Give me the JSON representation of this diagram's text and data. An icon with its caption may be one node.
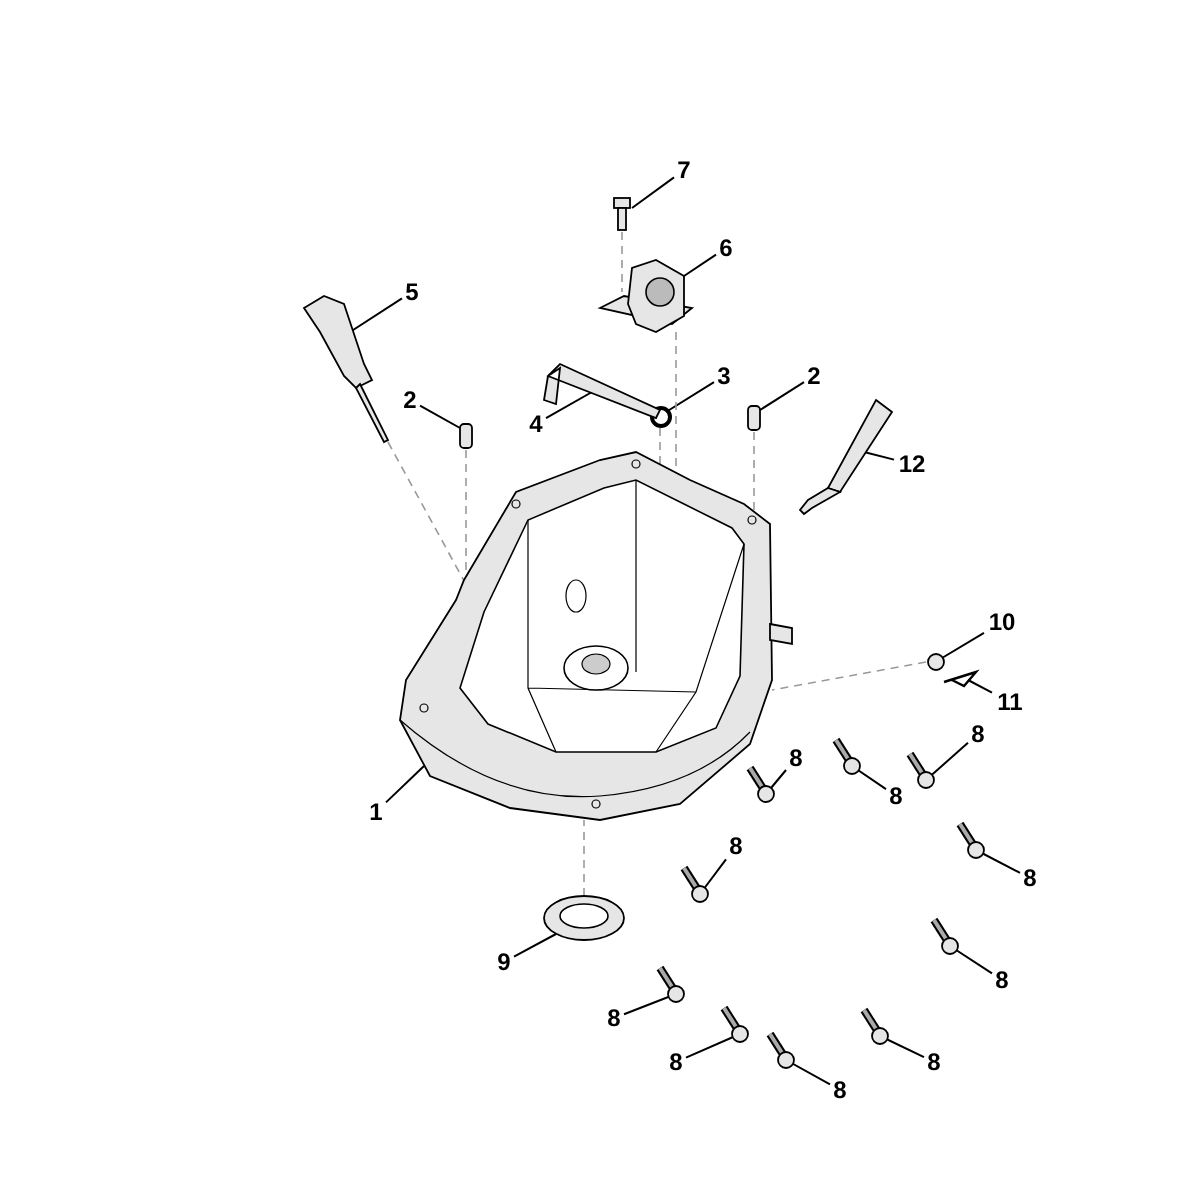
{
  "diagram": {
    "nodes": [
      {
        "text": [
          "1"
        ]
      },
      {
        "text": [],
        "shape": "picture"
      },
      {
        "text": [
          "2"
        ]
      },
      {
        "text": [],
        "shape": "box"
      },
      {
        "text": [
          "3"
        ]
      },
      {
        "text": [],
        "shape": "circle"
      },
      {
        "text": [
          "4"
        ]
      },
      {
        "text": [],
        "shape": "picture"
      },
      {
        "text": [
          "5"
        ]
      },
      {
        "text": [],
        "shape": "picture"
      },
      {
        "text": [
          "6"
        ]
      },
      {
        "text": [],
        "shape": "picture"
      },
      {
        "text": [
          "7"
        ]
      },
      {
        "text": [],
        "shape": "picture"
      },
      {
        "text": [
          "2"
        ]
      },
      {
        "text": [],
        "shape": "box"
      },
      {
        "text": [
          "12"
        ]
      },
      {
        "text": [],
        "shape": "picture"
      },
      {
        "text": [
          "10"
        ]
      },
      {
        "text": [],
        "shape": "circle"
      },
      {
        "text": [
          "11"
        ]
      },
      {
        "text": [],
        "shape": "picture"
      },
      {
        "text": [
          "9"
        ]
      },
      {
        "text": [],
        "shape": "picture"
      },
      {
        "text": [
          "8"
        ]
      },
      {
        "text": [],
        "shape": "picture"
      },
      {
        "text": [
          "8"
        ]
      },
      {
        "text": [],
        "shape": "picture"
      },
      {
        "text": [
          "8"
        ]
      },
      {
        "text": [],
        "shape": "picture"
      },
      {
        "text": [
          "8"
        ]
      },
      {
        "text": [],
        "shape": "picture"
      },
      {
        "text": [
          "8"
        ]
      },
      {
        "text": [],
        "shape": "picture"
      },
      {
        "text": [
          "8"
        ]
      },
      {
        "text": [],
        "shape": "picture"
      },
      {
        "text": [
          "8"
        ]
      },
      {
        "text": [],
        "shape": "picture"
      },
      {
        "text": [
          "8"
        ]
      },
      {
        "text": [],
        "shape": "picture"
      },
      {
        "text": [
          "8"
        ]
      },
      {
        "text": [],
        "shape": "picture"
      },
      {
        "text": [
          "8"
        ]
      },
      {
        "text": [],
        "shape": "picture"
      }
    ],
    "edges": [
      {
        "from": 0,
        "to": 1,
        "arrow": "none"
      },
      {
        "from": 2,
        "to": 3,
        "arrow": "none"
      },
      {
        "from": 4,
        "to": 5,
        "arrow": "none"
      },
      {
        "from": 6,
        "to": 7,
        "arrow": "none"
      },
      {
        "from": 8,
        "to": 9,
        "arrow": "none"
      },
      {
        "from": 10,
        "to": 11,
        "arrow": "none"
      },
      {
        "from": 12,
        "to": 13,
        "arrow": "none"
      },
      {
        "from": 14,
        "to": 15,
        "arrow": "none"
      },
      {
        "from": 16,
        "to": 17,
        "arrow": "none"
      },
      {
        "from": 18,
        "to": 19,
        "arrow": "none"
      },
      {
        "from": 20,
        "to": 21,
        "arrow": "none"
      },
      {
        "from": 22,
        "to": 23,
        "arrow": "none"
      },
      {
        "from": 24,
        "to": 25,
        "arrow": "none"
      },
      {
        "from": 26,
        "to": 27,
        "arrow": "none"
      },
      {
        "from": 28,
        "to": 29,
        "arrow": "none"
      },
      {
        "from": 30,
        "to": 31,
        "arrow": "none"
      },
      {
        "from": 32,
        "to": 33,
        "arrow": "none"
      },
      {
        "from": 34,
        "to": 35,
        "arrow": "none"
      },
      {
        "from": 36,
        "to": 37,
        "arrow": "none"
      },
      {
        "from": 38,
        "to": 39,
        "arrow": "none"
      },
      {
        "from": 40,
        "to": 41,
        "arrow": "none"
      },
      {
        "from": 42,
        "to": 43,
        "arrow": "none"
      },
      {
        "from": 9,
        "to": 1,
        "arrow": "none",
        "style": "dashed",
        "color": "#999999"
      },
      {
        "from": 3,
        "to": 1,
        "arrow": "none",
        "style": "dashed",
        "color": "#999999"
      },
      {
        "from": 13,
        "to": 11,
        "arrow": "none",
        "style": "dashed",
        "color": "#999999"
      },
      {
        "from": 11,
        "to": 1,
        "arrow": "none",
        "style": "dashed",
        "color": "#999999"
      },
      {
        "from": 5,
        "to": 1,
        "arrow": "none",
        "style": "dashed",
        "color": "#999999"
      },
      {
        "from": 15,
        "to": 1,
        "arrow": "none",
        "style": "dashed",
        "color": "#999999"
      },
      {
        "from": 19,
        "to": 1,
        "arrow": "none",
        "style": "dashed",
        "color": "#999999"
      },
      {
        "from": 23,
        "to": 1,
        "arrow": "none",
        "style": "dashed",
        "color": "#999999"
      }
    ]
  }
}
